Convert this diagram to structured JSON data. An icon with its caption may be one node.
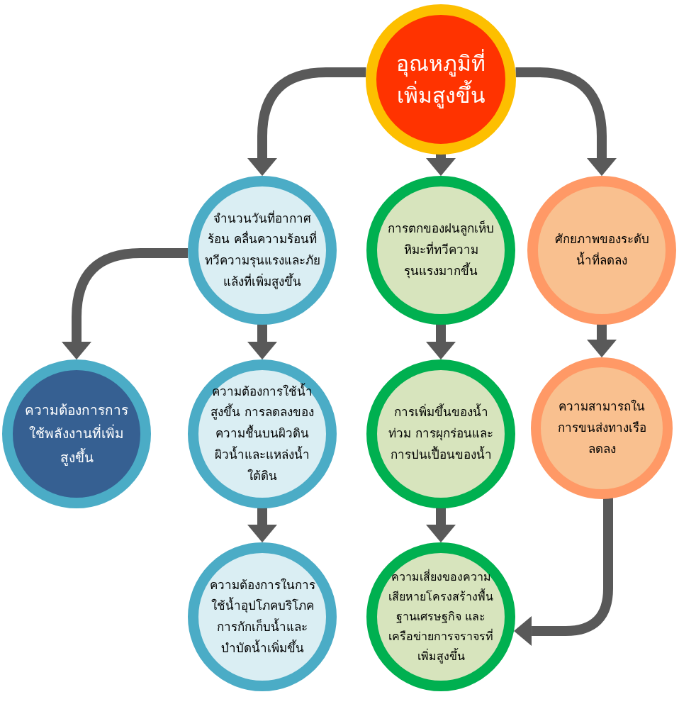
{
  "diagram": {
    "nodes": [
      {
        "text": [
          "อุณหภูมิที่เพิ่มสูงขึ้น"
        ]
      },
      {
        "text": [
          "จำนวนวันที่อากาศร้อน คลื่นความร้อนที่ทวีความรุนแรงและภัยแล้งที่เพิ่มสูงขึ้น"
        ]
      },
      {
        "text": [
          "การตกของฝนลูกเห็บ หิมะที่ทวีความรุนแรงมากขึ้น"
        ]
      },
      {
        "text": [
          "ศักยภาพของระดับน้ำที่ลดลง"
        ]
      },
      {
        "text": [
          "ความต้องการการใช้พลังงานที่เพิ่มสูงขึ้น"
        ]
      },
      {
        "text": [
          "ความต้องการใช้น้ำสูงขึ้น การลดลงของความชื้นบนผิวดินผิวน้ำและแหล่งน้ำใต้ดิน"
        ]
      },
      {
        "text": [
          "การเพิ่มขึ้นของน้ำท่วม การผุกร่อนและการปนเปื้อนของน้ำ"
        ]
      },
      {
        "text": [
          "ความสามารถในการขนส่งทางเรือลดลง"
        ]
      },
      {
        "text": [
          "ความต้องการในการใช้น้ำอุปโภคบริโภค การกักเก็บน้ำและบำบัดน้ำเพิ่มขึ้น"
        ]
      },
      {
        "text": [
          "ความเสี่ยงของความเสียหายโครงสร้างพื้นฐานเศรษฐกิจ และเครือข่ายการจราจรที่เพิ่มสูงขึ้น"
        ]
      }
    ],
    "edges": [
      {
        "from": 0,
        "to": 1,
        "arrow": "to"
      },
      {
        "from": 0,
        "to": 2,
        "arrow": "to"
      },
      {
        "from": 0,
        "to": 3,
        "arrow": "to"
      },
      {
        "from": 1,
        "to": 4,
        "arrow": "to"
      },
      {
        "from": 1,
        "to": 5,
        "arrow": "to"
      },
      {
        "from": 5,
        "to": 8,
        "arrow": "to"
      },
      {
        "from": 2,
        "to": 6,
        "arrow": "to"
      },
      {
        "from": 6,
        "to": 9,
        "arrow": "to"
      },
      {
        "from": 3,
        "to": 7,
        "arrow": "to"
      },
      {
        "from": 7,
        "to": 9,
        "arrow": "to"
      }
    ]
  }
}
